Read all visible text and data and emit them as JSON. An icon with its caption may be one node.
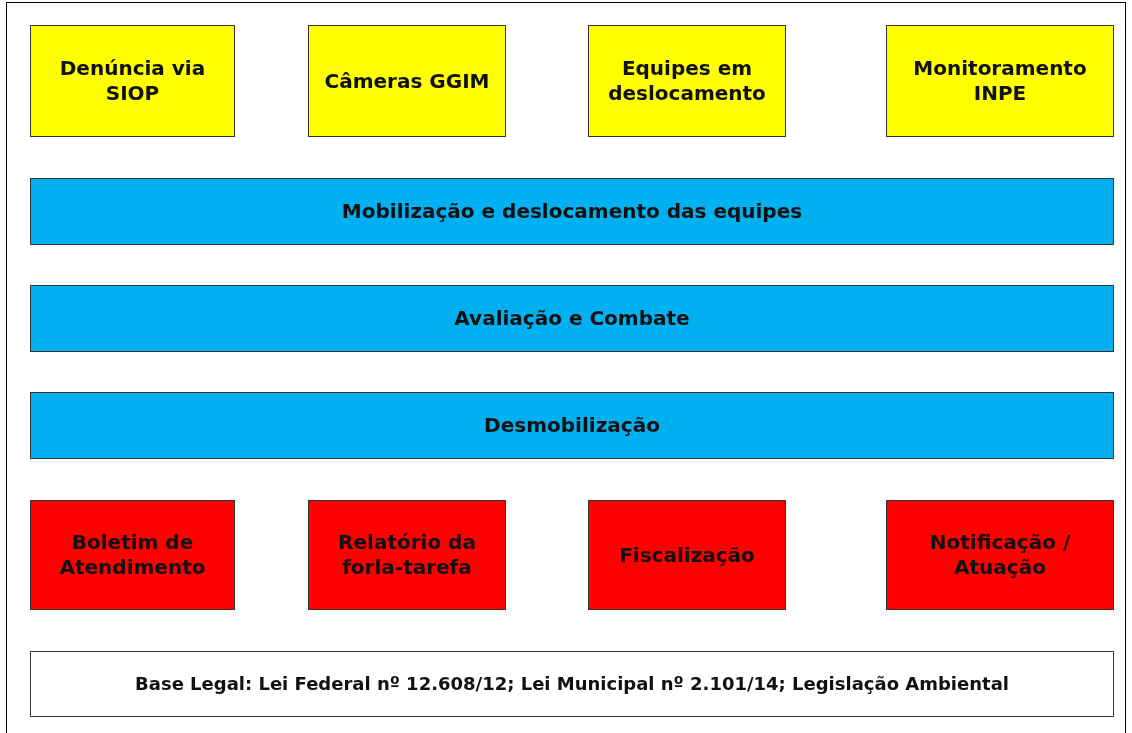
{
  "diagram": {
    "nodes": [
      {
        "text": [
          "Denúncia via SIOP"
        ]
      },
      {
        "text": [
          "Câmeras GGIM"
        ]
      },
      {
        "text": [
          "Equipes em deslocamento"
        ]
      },
      {
        "text": [
          "Monitoramento INPE"
        ]
      },
      {
        "text": [
          "Mobilização e deslocamento das equipes"
        ]
      },
      {
        "text": [
          "Avaliação e Combate"
        ]
      },
      {
        "text": [
          "Desmobilização"
        ]
      },
      {
        "text": [
          "Boletim de Atendimento"
        ]
      },
      {
        "text": [
          "Relatório da forla-tarefa"
        ]
      },
      {
        "text": [
          "Fiscalização"
        ]
      },
      {
        "text": [
          "Notificação / Atuação"
        ]
      },
      {
        "text": [
          "Base Legal: Lei Federal nº 12.608/12; Lei Municipal nº 2.101/14; Legislação Ambiental"
        ]
      }
    ],
    "edges": []
  }
}
